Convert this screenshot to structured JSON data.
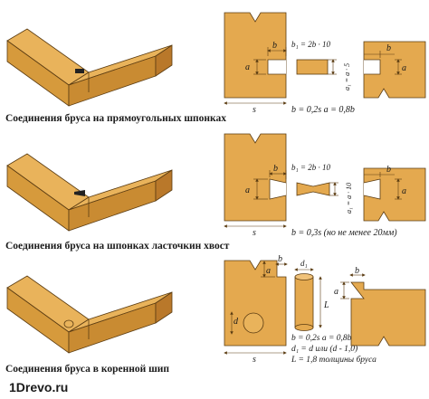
{
  "colors": {
    "wood_top": "#e9b35b",
    "wood_front": "#d69a3c",
    "wood_side": "#b9782a",
    "wood_face": "#e4a94f",
    "line": "#5b3c12"
  },
  "rows": [
    {
      "caption": "Соединения бруса на прямоугольных шпонках",
      "labels": {
        "b": "b",
        "a": "a",
        "b1_formula": "b₁ = 2b · 10",
        "a1_formula": "a₁ = a · 5",
        "s": "s",
        "params": "b = 0,2s  a = 0,8b"
      }
    },
    {
      "caption": "Соединения бруса на шпонках ласточкин хвост",
      "labels": {
        "b": "b",
        "a": "a",
        "b1_formula": "b₁ = 2b · 10",
        "a1_formula": "a₁ = a · 10",
        "s": "s",
        "params": "b = 0,3s (но не менее 20мм)"
      }
    },
    {
      "caption": "Соединения бруса в коренной шип",
      "labels": {
        "b": "b",
        "a": "a",
        "d": "d",
        "d1": "d₁",
        "L": "L",
        "s": "s",
        "param_lines": [
          "b = 0,2s  a = 0,8b",
          "d₁ = d или (d - 1,0)",
          "L = 1,8 толщины бруса"
        ]
      }
    }
  ],
  "watermark": "1Drevo.ru"
}
